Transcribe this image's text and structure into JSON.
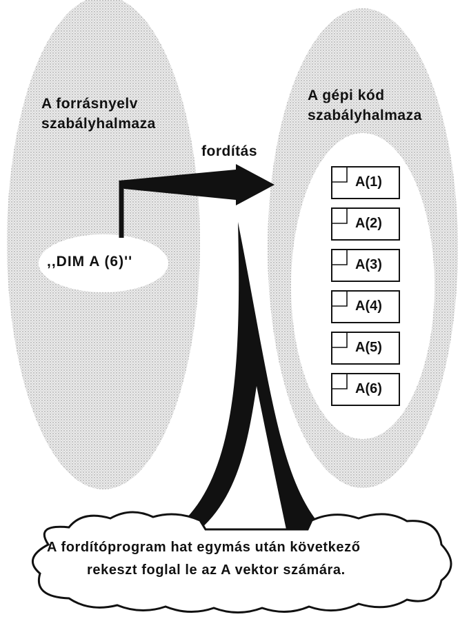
{
  "source_set": {
    "title_line1": "A forrásnyelv",
    "title_line2": "szabályhalmaza",
    "statement": ",,DIM A (6)''"
  },
  "target_set": {
    "title_line1": "A gépi kód",
    "title_line2": "szabályhalmaza"
  },
  "arrow": {
    "label": "fordítás"
  },
  "memory_cells": [
    "A(1)",
    "A(2)",
    "A(3)",
    "A(4)",
    "A(5)",
    "A(6)"
  ],
  "callout": {
    "line1": "A fordítóprogram hat egymás után következő",
    "line2": "rekeszt foglal le az A vektor számára."
  }
}
